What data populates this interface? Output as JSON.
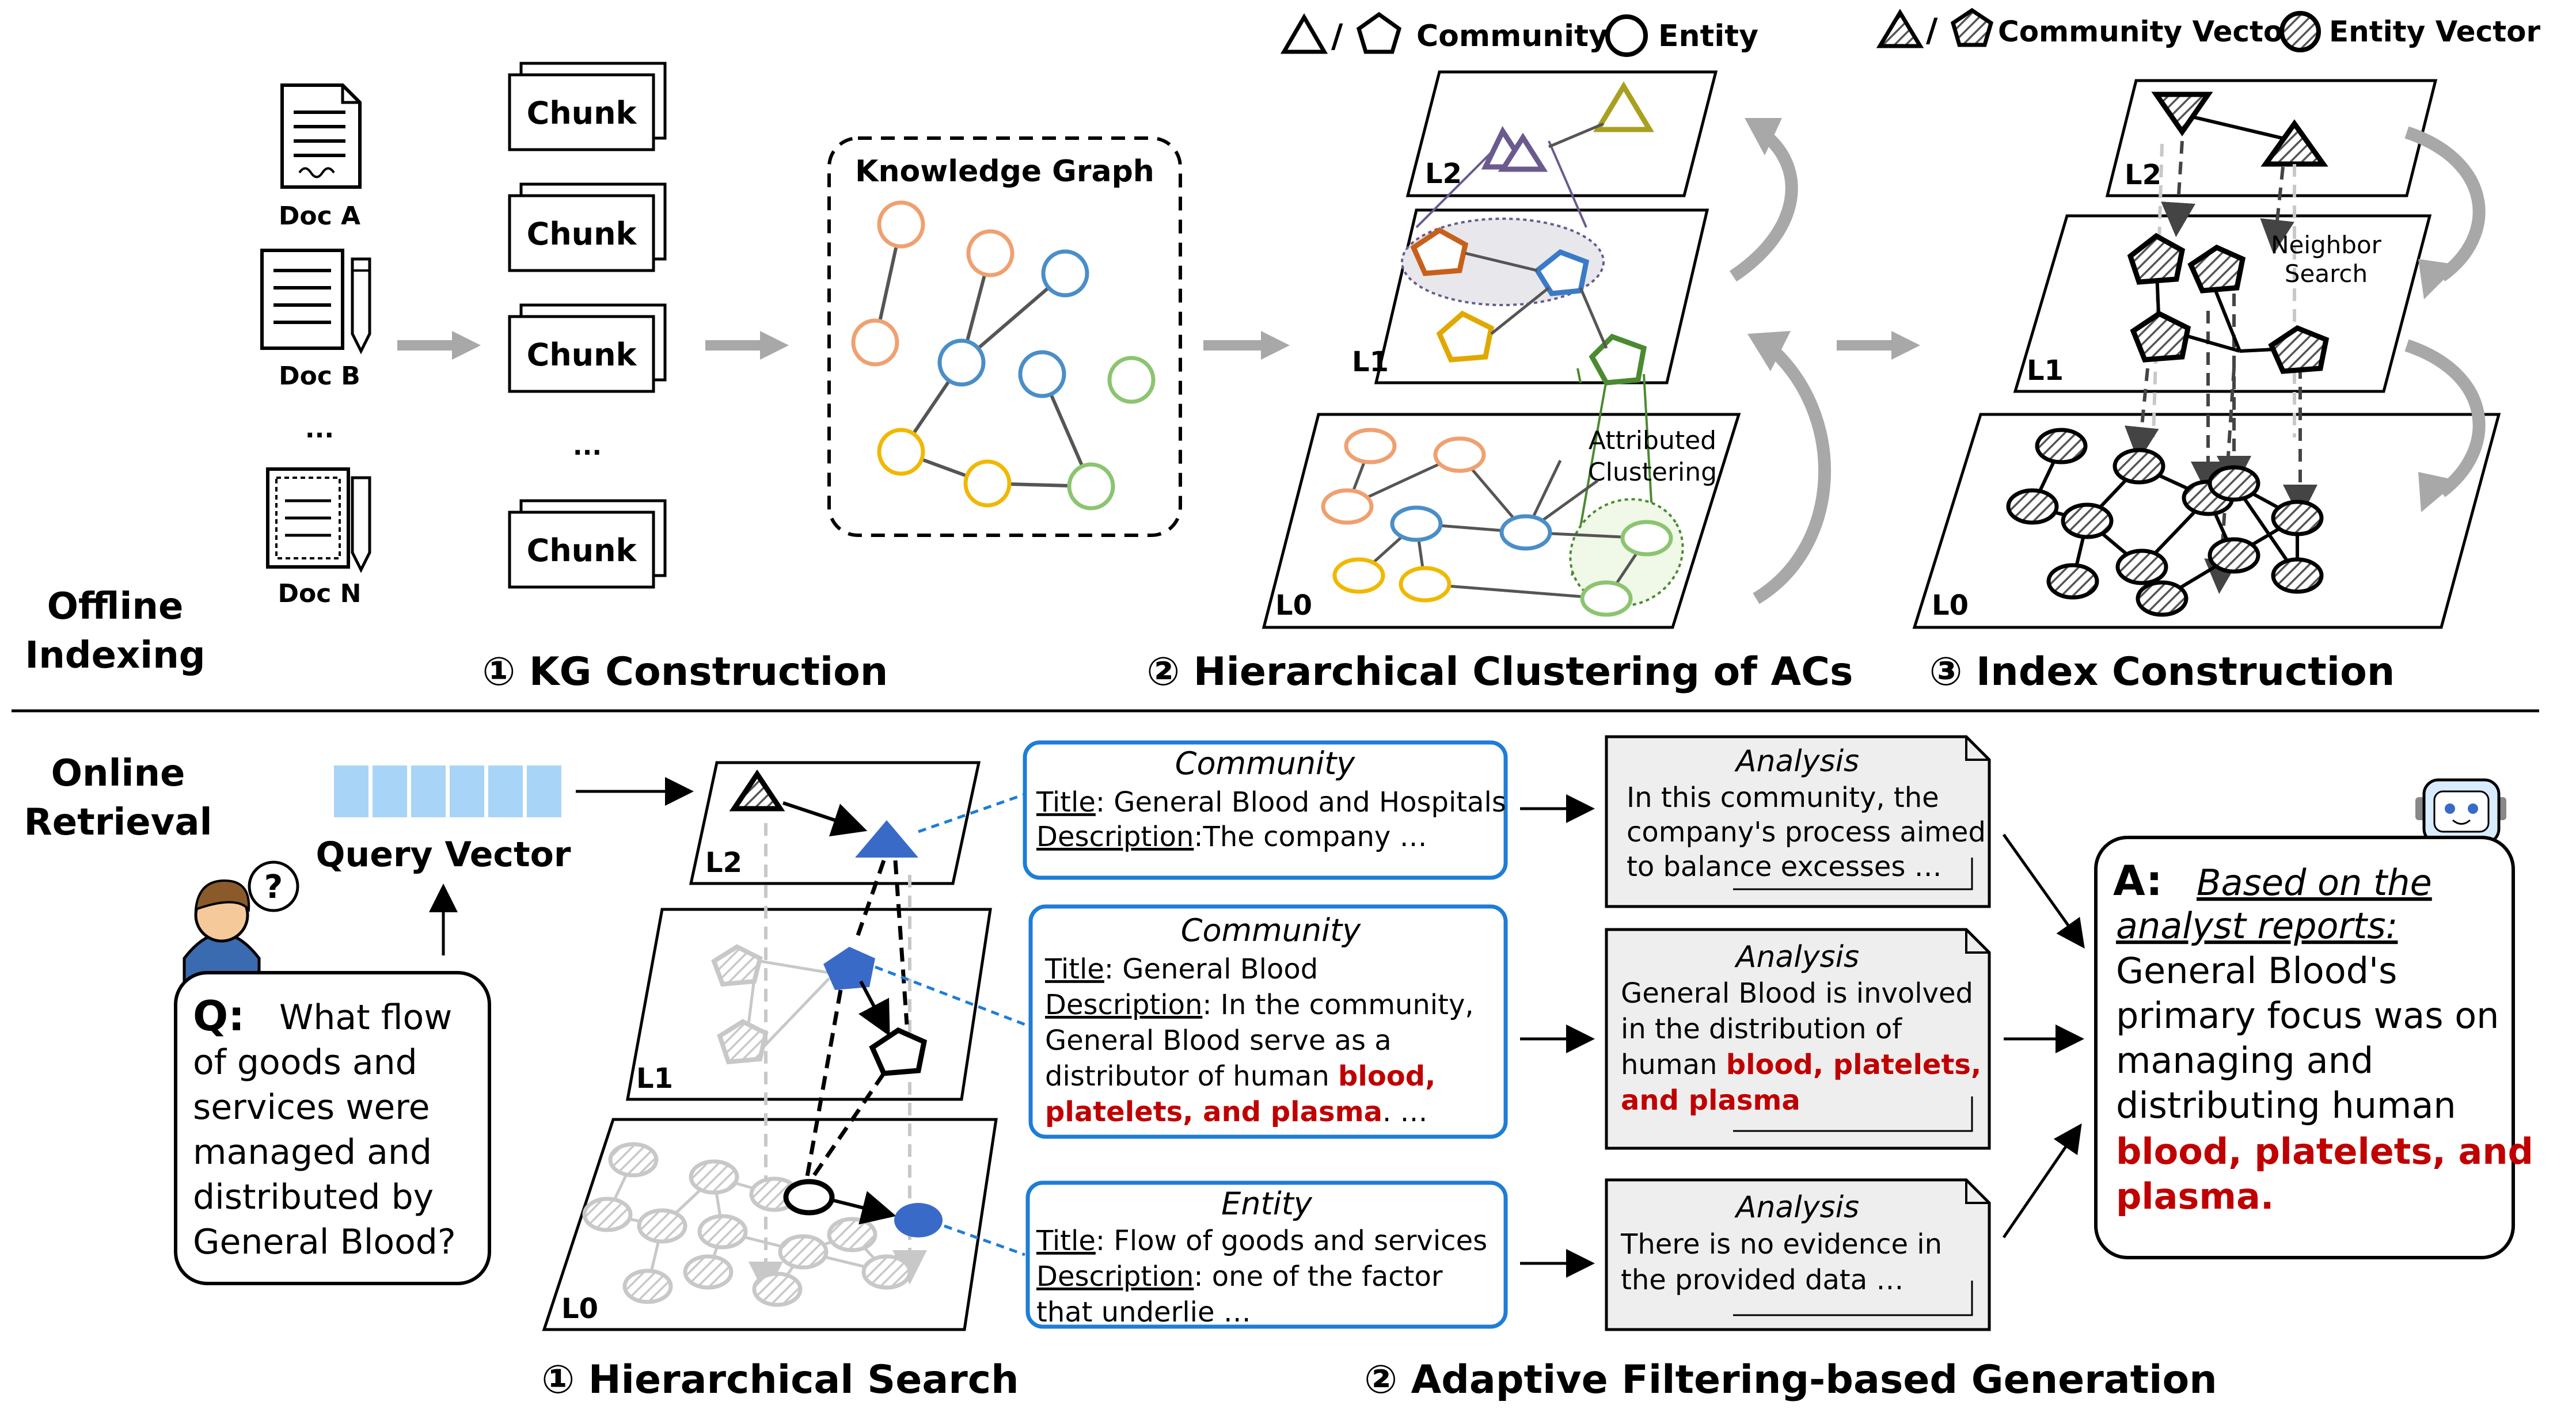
{
  "offline": {
    "section_label_1": "Offline",
    "section_label_2": "Indexing",
    "docs": [
      "Doc A",
      "Doc B",
      "...",
      "Doc N"
    ],
    "chunk_label": "Chunk",
    "chunk_ellipsis": "...",
    "kg_title": "Knowledge Graph",
    "legend_community": "Community",
    "legend_entity": "Entity",
    "legend_community_vector": "Community Vector",
    "legend_entity_vector": "Entity Vector",
    "legend_slash": "/",
    "levels": [
      "L2",
      "L1",
      "L0"
    ],
    "attributed_clustering_1": "Attributed",
    "attributed_clustering_2": "Clustering",
    "neighbor_search_1": "Neighbor",
    "neighbor_search_2": "Search",
    "steps": [
      "① KG Construction",
      "② Hierarchical Clustering of ACs",
      "③ Index Construction"
    ]
  },
  "online": {
    "section_label_1": "Online",
    "section_label_2": "Retrieval",
    "query_vector": "Query Vector",
    "question_prefix": "Q:",
    "question_lines": [
      "What flow",
      "of goods and",
      "services were",
      "managed and",
      "distributed by",
      "General Blood?"
    ],
    "bubble_mark": "?",
    "cards": [
      {
        "type": "Community",
        "title_label": "Title",
        "title": ": General Blood and Hospitals",
        "desc_label": "Description",
        "desc_lines": [
          ":The company …"
        ]
      },
      {
        "type": "Community",
        "title_label": "Title",
        "title": ": General Blood",
        "desc_label": "Description",
        "desc_lines": [
          ": In the community,",
          "General Blood serve as a",
          "distributor of human "
        ],
        "desc_highlight": [
          "blood,",
          "platelets, and plasma",
          "."
        ],
        "desc_tail": " …"
      },
      {
        "type": "Entity",
        "title_label": "Title",
        "title": ": Flow of goods and services",
        "desc_label": "Description",
        "desc_lines": [
          ": one of the factor",
          "that underlie …"
        ]
      }
    ],
    "analyses": [
      {
        "title": "Analysis",
        "lines": [
          "In this community, the",
          "company's process aimed",
          "to balance excesses …"
        ]
      },
      {
        "title": "Analysis",
        "lines": [
          "General Blood is involved",
          "in the distribution of",
          "human "
        ],
        "highlight": [
          "blood, platelets,",
          "and plasma"
        ]
      },
      {
        "title": "Analysis",
        "lines": [
          "There is no evidence in",
          "the provided data …"
        ]
      }
    ],
    "answer_prefix": "A:",
    "answer_lead_1": "Based on the",
    "answer_lead_2": "analyst reports:",
    "answer_lines": [
      "General Blood's",
      "primary focus was on",
      "managing and",
      "distributing human"
    ],
    "answer_highlight": [
      "blood, platelets, and",
      "plasma."
    ],
    "robot_badge": "AI",
    "steps": [
      "① Hierarchical Search",
      "② Adaptive Filtering-based Generation"
    ]
  },
  "colors": {
    "orange": "#f0a070",
    "blue": "#4a8ec8",
    "yellow": "#f0b800",
    "green": "#8cc470",
    "purple": "#6b5a8e",
    "olive": "#a8a020",
    "darkorange": "#c8601a",
    "darkgreen": "#4a8a30",
    "querybar": "#a8d4f8",
    "cardborder": "#1e7dd6",
    "highlight_red": "#c00000",
    "search_blue": "#3a6ac8"
  }
}
